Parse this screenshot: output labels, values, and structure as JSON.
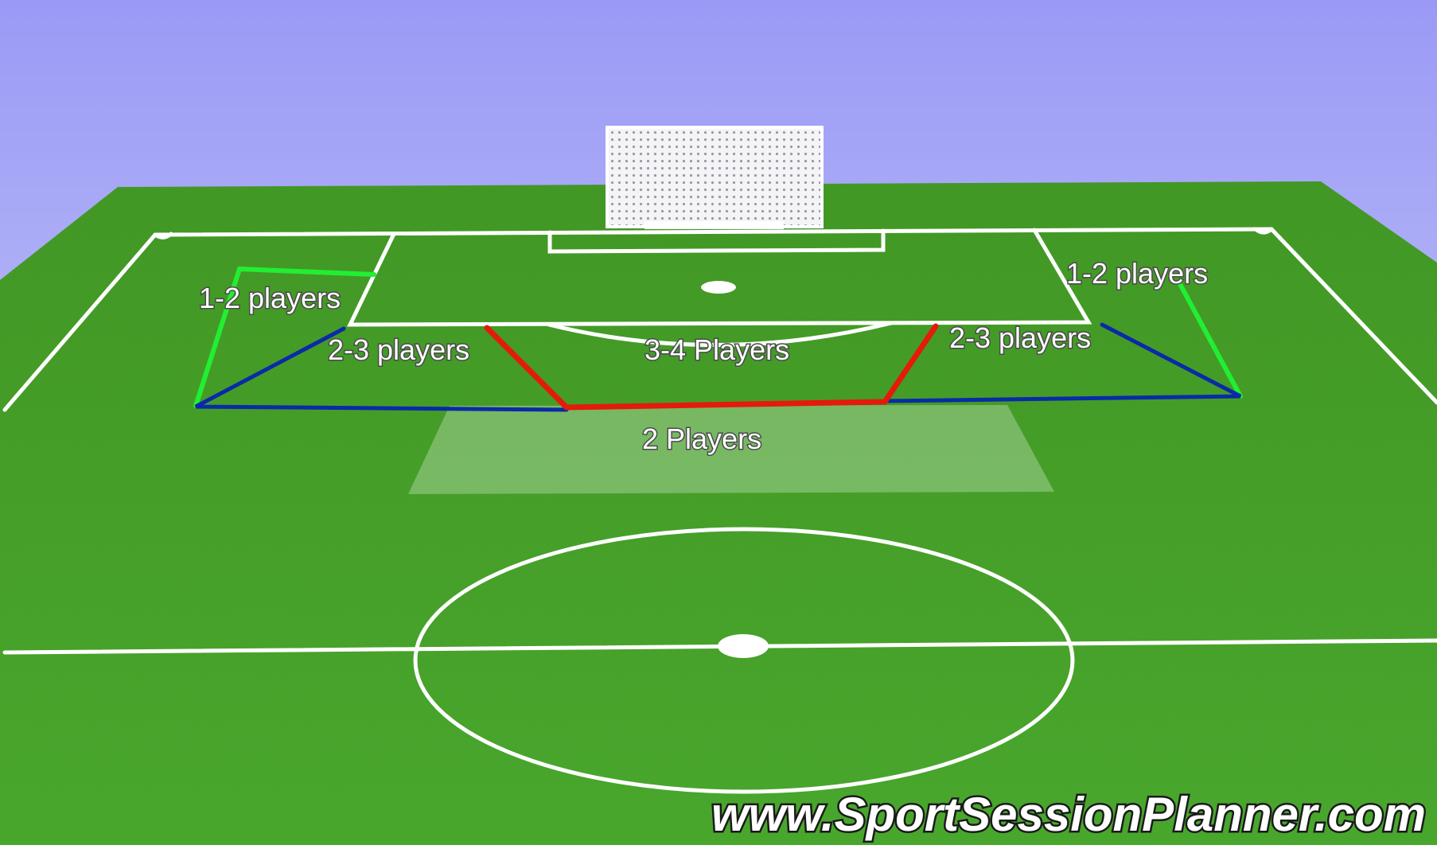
{
  "zones": {
    "left_wide": "1-2 players",
    "left_half": "2-3 players",
    "center": "3-4 Players",
    "right_half": "2-3 players",
    "right_wide": "1-2 players",
    "holding": "2 Players"
  },
  "watermark": "www.SportSessionPlanner.com",
  "colors": {
    "sky_top": "#9a9af6",
    "sky_bottom": "#d2d4f8",
    "grass": "#3f9a22",
    "line_white": "#ffffff",
    "zone_green": "#22ee33",
    "zone_blue": "#0a2aa8",
    "zone_red": "#e51a0a"
  },
  "icons": [
    "goal-net-icon"
  ]
}
